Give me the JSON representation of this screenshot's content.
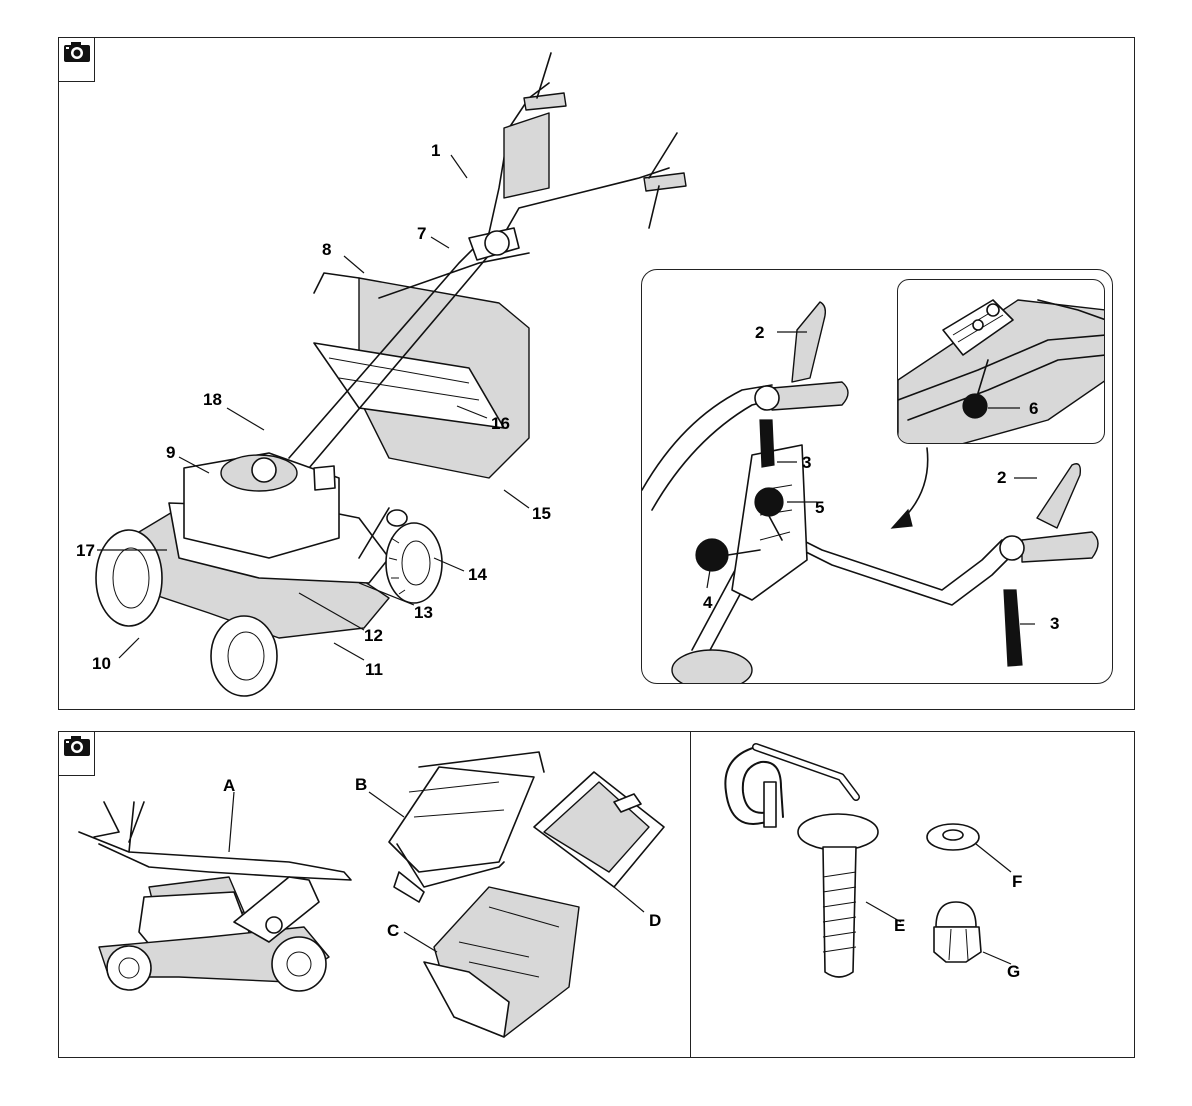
{
  "top_figure": {
    "callouts": {
      "c1": "1",
      "c7": "7",
      "c8": "8",
      "c18": "18",
      "c16": "16",
      "c9": "9",
      "c15": "15",
      "c17": "17",
      "c14": "14",
      "c13": "13",
      "c12": "12",
      "c10": "10",
      "c11": "11"
    },
    "inset_handle": {
      "callouts": {
        "c2a": "2",
        "c3a": "3",
        "c5": "5",
        "c4": "4",
        "c2b": "2",
        "c3b": "3"
      }
    },
    "inset_detail": {
      "callouts": {
        "c6": "6"
      }
    }
  },
  "bottom_left_figure": {
    "callouts": {
      "A": "A",
      "B": "B",
      "C": "C",
      "D": "D"
    }
  },
  "bottom_right_figure": {
    "callouts": {
      "E": "E",
      "F": "F",
      "G": "G"
    }
  },
  "icons": [
    "camera-icon"
  ]
}
